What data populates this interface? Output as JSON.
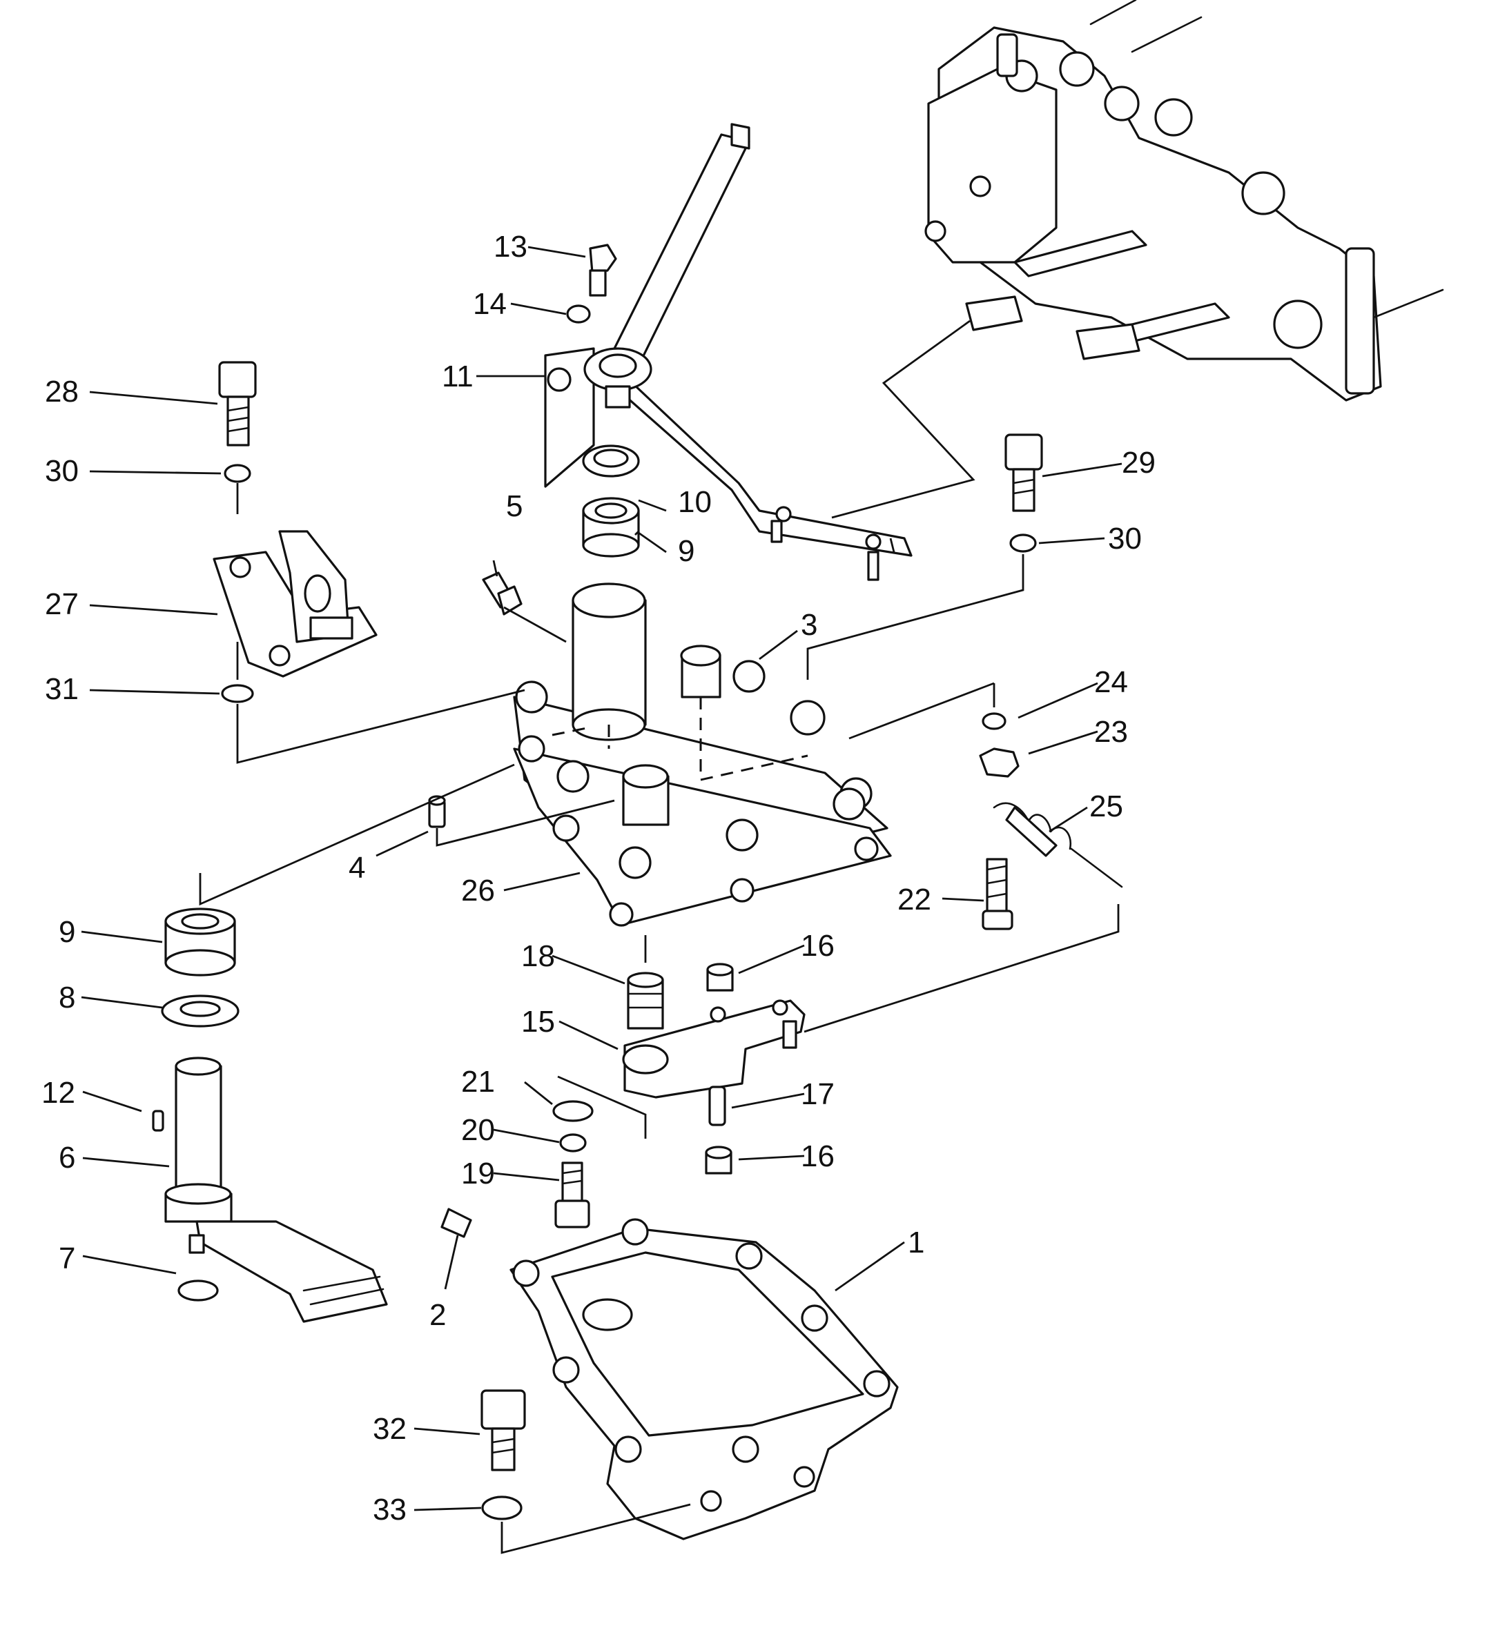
{
  "diagram": {
    "kind": "exploded parts diagram",
    "line_color": "#111111",
    "background": "#ffffff"
  },
  "callouts": [
    {
      "id": "1",
      "text": "1"
    },
    {
      "id": "2",
      "text": "2"
    },
    {
      "id": "3",
      "text": "3"
    },
    {
      "id": "4",
      "text": "4"
    },
    {
      "id": "5",
      "text": "5"
    },
    {
      "id": "6",
      "text": "6"
    },
    {
      "id": "7",
      "text": "7"
    },
    {
      "id": "8",
      "text": "8"
    },
    {
      "id": "9a",
      "text": "9"
    },
    {
      "id": "9b",
      "text": "9"
    },
    {
      "id": "10",
      "text": "10"
    },
    {
      "id": "11",
      "text": "11"
    },
    {
      "id": "12",
      "text": "12"
    },
    {
      "id": "13",
      "text": "13"
    },
    {
      "id": "14",
      "text": "14"
    },
    {
      "id": "15",
      "text": "15"
    },
    {
      "id": "16a",
      "text": "16"
    },
    {
      "id": "16b",
      "text": "16"
    },
    {
      "id": "17",
      "text": "17"
    },
    {
      "id": "18",
      "text": "18"
    },
    {
      "id": "19",
      "text": "19"
    },
    {
      "id": "20",
      "text": "20"
    },
    {
      "id": "21",
      "text": "21"
    },
    {
      "id": "22",
      "text": "22"
    },
    {
      "id": "23",
      "text": "23"
    },
    {
      "id": "24",
      "text": "24"
    },
    {
      "id": "25",
      "text": "25"
    },
    {
      "id": "26",
      "text": "26"
    },
    {
      "id": "27",
      "text": "27"
    },
    {
      "id": "28",
      "text": "28"
    },
    {
      "id": "29",
      "text": "29"
    },
    {
      "id": "30a",
      "text": "30"
    },
    {
      "id": "30b",
      "text": "30"
    },
    {
      "id": "31",
      "text": "31"
    },
    {
      "id": "32",
      "text": "32"
    },
    {
      "id": "33",
      "text": "33"
    }
  ]
}
